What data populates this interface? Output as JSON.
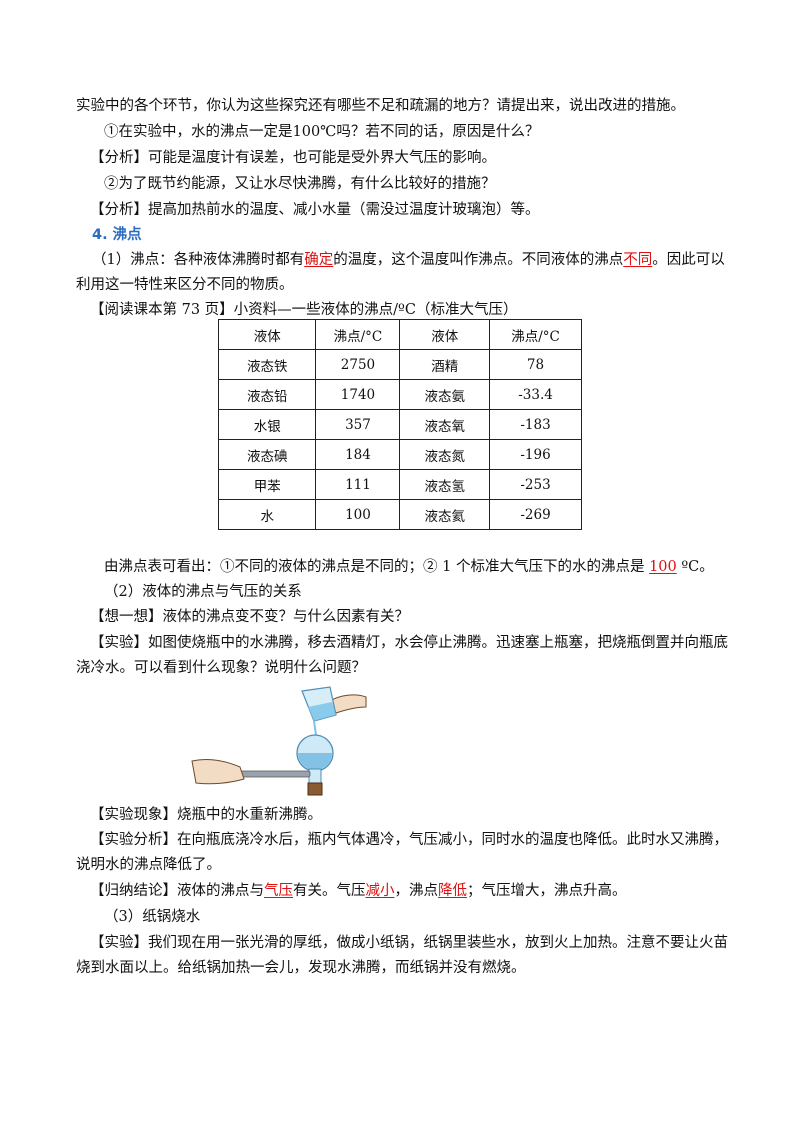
{
  "intro": {
    "line1": "实验中的各个环节，你认为这些探究还有哪些不足和疏漏的地方？请提出来，说出改进的措施。",
    "q1": "①在实验中，水的沸点一定是100℃吗？若不同的话，原因是什么？",
    "a1": "【分析】可能是温度计有误差，也可能是受外界大气压的影响。",
    "q2": "②为了既节约能源，又让水尽快沸腾，有什么比较好的措施？",
    "a2": "【分析】提高加热前水的温度、减小水量（需没过温度计玻璃泡）等。"
  },
  "section4": {
    "title": "4. 沸点",
    "p1_a": "（1）沸点：各种液体沸腾时都有",
    "p1_ans1": "确定",
    "p1_b": "的温度，这个温度叫作沸点。不同液体的沸点",
    "p1_ans2": "不同",
    "p1_c": "。因此可以",
    "p1_line2": "利用这一特性来区分不同的物质。",
    "reading": "【阅读课本第 73 页】小资料—一些液体的沸点/ºC（标准大气压）"
  },
  "table": {
    "headers": [
      "液体",
      "沸点/°C",
      "液体",
      "沸点/°C"
    ],
    "rows": [
      [
        "液态铁",
        "2750",
        "酒精",
        "78"
      ],
      [
        "液态铅",
        "1740",
        "液态氨",
        "-33.4"
      ],
      [
        "水银",
        "357",
        "液态氧",
        "-183"
      ],
      [
        "液态碘",
        "184",
        "液态氮",
        "-196"
      ],
      [
        "甲苯",
        "111",
        "液态氢",
        "-253"
      ],
      [
        "水",
        "100",
        "液态氦",
        "-269"
      ]
    ]
  },
  "after_table": {
    "conclusion_a": "由沸点表可看出：①不同的液体的沸点是不同的；② 1 个标准大气压下的水的沸点是 ",
    "conclusion_ans": "100",
    "conclusion_b": " ºC。",
    "sub2": "（2）液体的沸点与气压的关系",
    "think": "【想一想】液体的沸点变不变？与什么因素有关？",
    "exp_line1": "【实验】如图使烧瓶中的水沸腾，移去酒精灯，水会停止沸腾。迅速塞上瓶塞，把烧瓶倒置并向瓶底",
    "exp_line2": "浇冷水。可以看到什么现象？说明什么问题？"
  },
  "results": {
    "phenomenon": "【实验现象】烧瓶中的水重新沸腾。",
    "analysis_line1": "【实验分析】在向瓶底浇冷水后，瓶内气体遇冷，气压减小，同时水的温度也降低。此时水又沸腾，",
    "analysis_line2": "说明水的沸点降低了。",
    "summary_a": "【归纳结论】液体的沸点与",
    "summary_ans1": "气压",
    "summary_b": "有关。气压",
    "summary_ans2": "减小",
    "summary_c": "，沸点",
    "summary_ans3": "降低",
    "summary_d": "；气压增大，沸点升高。",
    "sub3": "（3）纸锅烧水",
    "paper_line1": "【实验】我们现在用一张光滑的厚纸，做成小纸锅，纸锅里装些水，放到火上加热。注意不要让火苗",
    "paper_line2": "烧到水面以上。给纸锅加热一会儿，发现水沸腾，而纸锅并没有燃烧。"
  }
}
